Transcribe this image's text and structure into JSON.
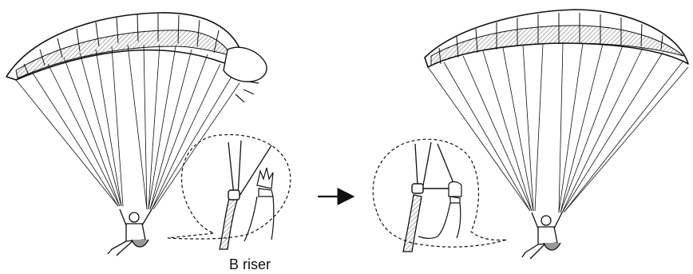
{
  "figure": {
    "label": "B riser",
    "ink_color": "#111111",
    "hatch_color": "#777777",
    "panels": [
      {
        "state": "collapsed wingtip",
        "icon": "paraglider-collapse-icon"
      },
      {
        "state": "reinflated wing",
        "icon": "paraglider-inflated-icon"
      }
    ],
    "insets": [
      {
        "state": "open hand above B riser",
        "icon": "open-hand-icon"
      },
      {
        "state": "hand pulling B riser",
        "icon": "pulling-hand-icon"
      }
    ],
    "arrow_icon": "right-arrow-icon"
  }
}
